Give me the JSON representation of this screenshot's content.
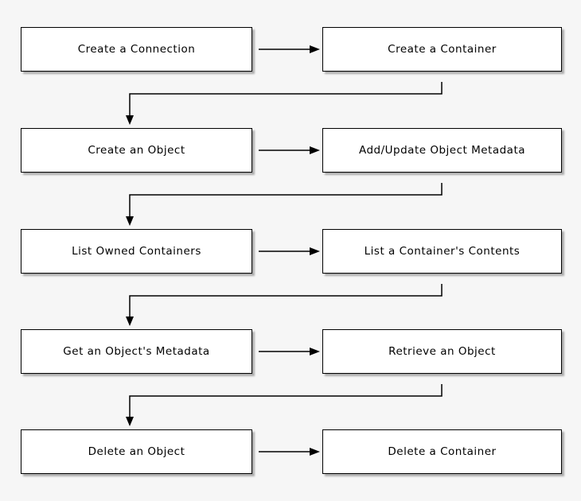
{
  "diagram": {
    "type": "flowchart",
    "background_color": "#f6f6f6",
    "box_fill_color": "#ffffff",
    "box_border_color": "#000000",
    "line_color": "#000000",
    "rows": [
      {
        "left": "Create a Connection",
        "right": "Create a Container"
      },
      {
        "left": "Create an Object",
        "right": "Add/Update Object Metadata"
      },
      {
        "left": "List Owned Containers",
        "right": "List a Container's Contents"
      },
      {
        "left": "Get an Object's Metadata",
        "right": "Retrieve an Object"
      },
      {
        "left": "Delete an Object",
        "right": "Delete a Container"
      }
    ],
    "connections": [
      "Create a Connection -> Create a Container",
      "Create a Container -> Create an Object",
      "Create an Object -> Add/Update Object Metadata",
      "Add/Update Object Metadata -> List Owned Containers",
      "List Owned Containers -> List a Container's Contents",
      "List a Container's Contents -> Get an Object's Metadata",
      "Get an Object's Metadata -> Retrieve an Object",
      "Retrieve an Object -> Delete an Object",
      "Delete an Object -> Delete a Container"
    ]
  }
}
